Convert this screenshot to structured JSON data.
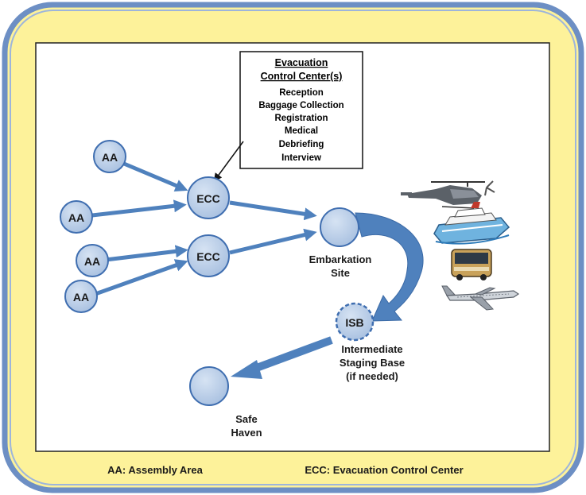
{
  "ecc_box": {
    "title_line1": "Evacuation",
    "title_line2": "Control Center(s)",
    "items": [
      "Reception",
      "Baggage Collection",
      "Registration",
      "Medical",
      "Debriefing",
      "Interview"
    ]
  },
  "nodes": {
    "aa_label": "AA",
    "ecc_label": "ECC",
    "isb_label": "ISB"
  },
  "captions": {
    "embarkation_line1": "Embarkation",
    "embarkation_line2": "Site",
    "isb_line1": "Intermediate",
    "isb_line2": "Staging Base",
    "isb_line3": "(if needed)",
    "safe_line1": "Safe",
    "safe_line2": "Haven"
  },
  "legend": {
    "aa": "AA: Assembly Area",
    "ecc": "ECC: Evacuation Control Center"
  },
  "transport_icons": [
    "helicopter-icon",
    "ship-icon",
    "bus-icon",
    "airplane-icon"
  ],
  "colors": {
    "outer_fill": "#fdf29a",
    "outer_border": "#6d8fc4",
    "node_fill": "#b8cce4",
    "node_stroke": "#3f6eb0",
    "arrow": "#4f81bd"
  }
}
